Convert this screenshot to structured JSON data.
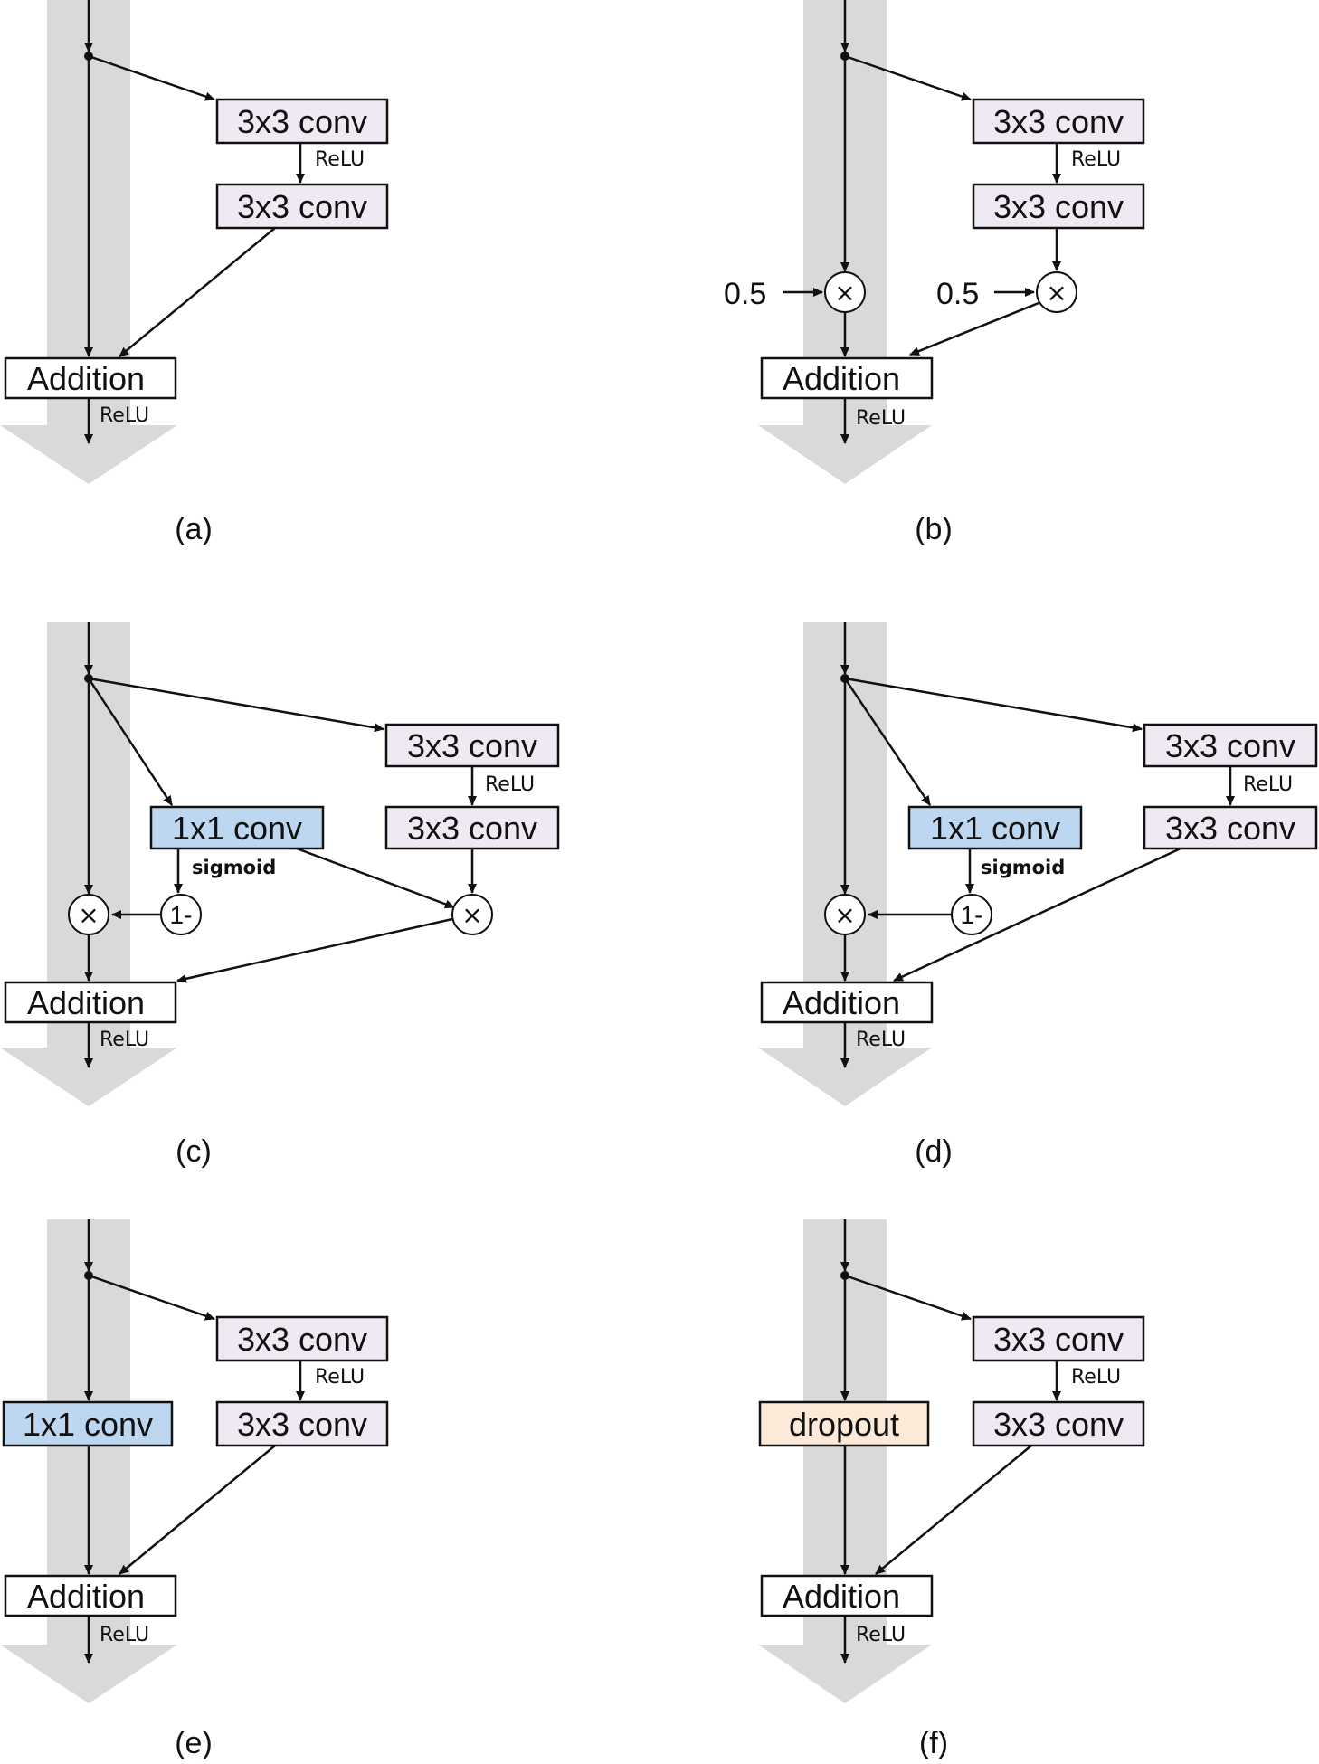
{
  "colors": {
    "conv3": "#efe9f3",
    "conv1": "#bcd7ef",
    "dropout": "#fce9d8",
    "addition": "#ffffff",
    "trunk": "#d9d9d9",
    "line": "#111111"
  },
  "panels": {
    "a": {
      "caption": "(a)",
      "conv_top": "3x3 conv",
      "relu_mid": "ReLU",
      "conv_bottom": "3x3 conv",
      "addition": "Addition",
      "relu_out": "ReLU"
    },
    "b": {
      "caption": "(b)",
      "conv_top": "3x3 conv",
      "relu_mid": "ReLU",
      "conv_bottom": "3x3 conv",
      "scale_left": "0.5",
      "scale_right": "0.5",
      "mult_left": "×",
      "mult_right": "×",
      "addition": "Addition",
      "relu_out": "ReLU"
    },
    "c": {
      "caption": "(c)",
      "conv_top": "3x3 conv",
      "relu_mid": "ReLU",
      "conv_bottom": "3x3 conv",
      "gate_conv": "1x1 conv",
      "sigmoid": "sigmoid",
      "one_minus": "1-",
      "mult_left": "×",
      "mult_right": "×",
      "addition": "Addition",
      "relu_out": "ReLU"
    },
    "d": {
      "caption": "(d)",
      "conv_top": "3x3 conv",
      "relu_mid": "ReLU",
      "conv_bottom": "3x3 conv",
      "gate_conv": "1x1 conv",
      "sigmoid": "sigmoid",
      "one_minus": "1-",
      "mult_left": "×",
      "addition": "Addition",
      "relu_out": "ReLU"
    },
    "e": {
      "caption": "(e)",
      "conv_top": "3x3 conv",
      "relu_mid": "ReLU",
      "conv_bottom": "3x3 conv",
      "shortcut_op": "1x1 conv",
      "addition": "Addition",
      "relu_out": "ReLU"
    },
    "f": {
      "caption": "(f)",
      "conv_top": "3x3 conv",
      "relu_mid": "ReLU",
      "conv_bottom": "3x3 conv",
      "shortcut_op": "dropout",
      "addition": "Addition",
      "relu_out": "ReLU"
    }
  }
}
